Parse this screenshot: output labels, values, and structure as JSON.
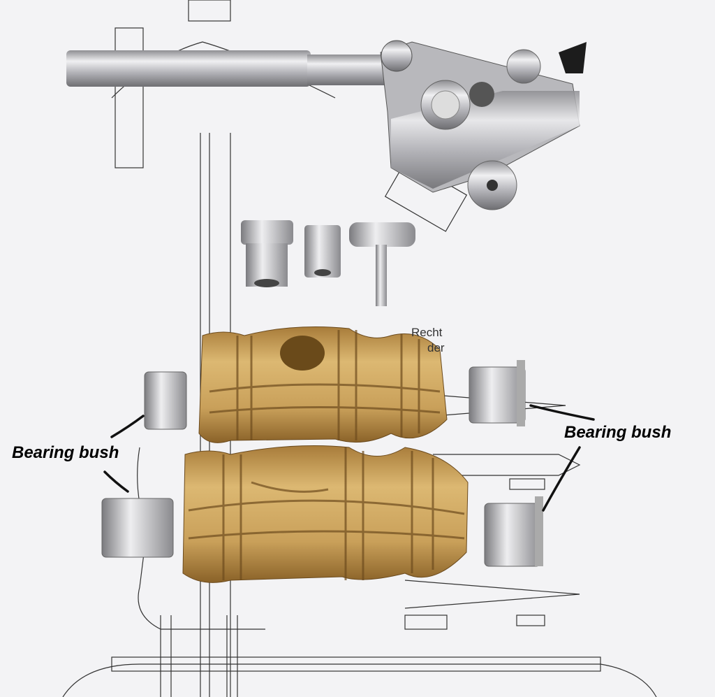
{
  "annotations": {
    "left_label": "Bearing bush",
    "right_label": "Bearing bush"
  },
  "drawing_text": {
    "line1": "Recht",
    "line2": "der"
  },
  "colors": {
    "paper": "#f3f3f5",
    "wood": "#c9a25a",
    "wood_grain": "#7a5a2a",
    "aluminium": "#c8c8cc"
  }
}
